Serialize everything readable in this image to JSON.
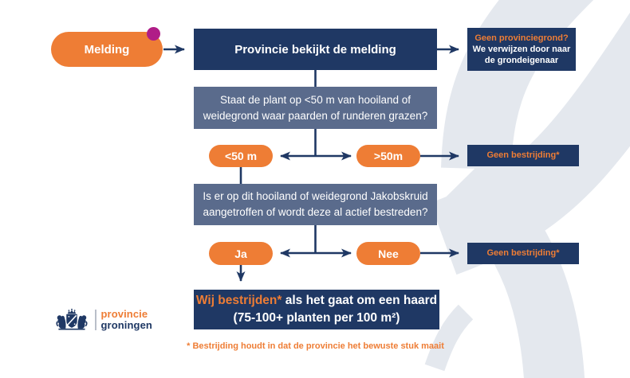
{
  "flow": {
    "start": {
      "label": "Melding"
    },
    "step_review": {
      "label": "Provincie bekijkt de melding"
    },
    "side_no_province_ground": {
      "title": "Geen provinciegrond?",
      "line1": "We verwijzen door naar",
      "line2": "de grondeigenaar"
    },
    "question1": {
      "line1": "Staat de plant op <50 m van hooiland of",
      "line2": "weidegrond waar paarden of runderen grazen?"
    },
    "pill_within_50m": {
      "label": "<50 m"
    },
    "pill_beyond_50m": {
      "label": ">50m"
    },
    "side_no_control_1": {
      "label": "Geen bestrijding*"
    },
    "question2": {
      "line1": "Is er op dit hooiland of weidegrond Jakobskruid",
      "line2": "aangetroffen of wordt deze al actief bestreden?"
    },
    "pill_yes": {
      "label": "Ja"
    },
    "pill_no": {
      "label": "Nee"
    },
    "side_no_control_2": {
      "label": "Geen bestrijding*"
    },
    "final": {
      "highlight": "Wij bestrijden*",
      "rest": " als het gaat om een haard",
      "line2": "(75-100+ planten per 100 m²)"
    },
    "footnote": "* Bestrijding houdt in dat de provincie het bewuste stuk maait"
  },
  "logo": {
    "line1": "provincie",
    "line2": "groningen"
  },
  "colors": {
    "navy": "#1f3864",
    "slate": "#5a6b8c",
    "orange": "#ee7d35",
    "magenta": "#b01d87",
    "swoosh": "#e4e8ee"
  },
  "icons": {
    "crest": "groningen-coat-of-arms"
  }
}
